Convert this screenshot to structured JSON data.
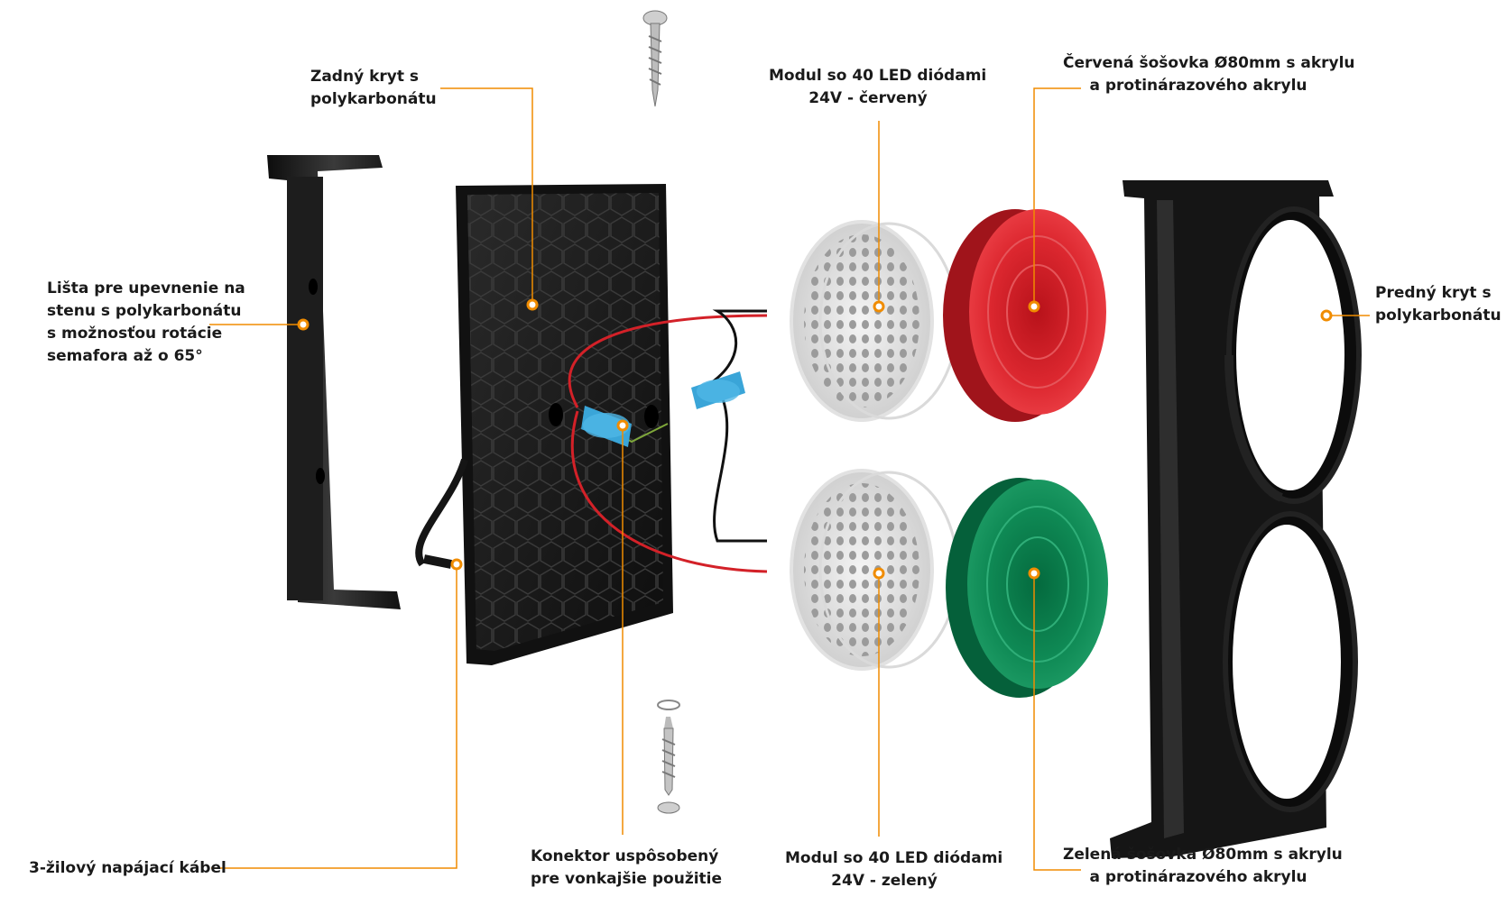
{
  "colors": {
    "accent": "#f08c00",
    "dark": "#151515",
    "red_lens": "#d8232a",
    "green_lens": "#0f8a55"
  },
  "labels": {
    "back_cover": [
      "Zadný kryt s",
      "polykarbonátu"
    ],
    "mount_bar": [
      "Lišta pre upevnenie na",
      "stenu s polykarbonátu",
      "s možnosťou rotácie",
      "semafora až o 65°"
    ],
    "cable": [
      "3-žilový napájací kábel"
    ],
    "connector": [
      "Konektor uspôsobený",
      "pre vonkajšie použitie"
    ],
    "led_red": [
      "Modul so 40 LED diódami",
      "24V - červený"
    ],
    "led_green": [
      "Modul so 40 LED diódami",
      "24V - zelený"
    ],
    "red_lens": [
      "Červená šošovka Ø80mm s akrylu",
      "a protinárazového akrylu"
    ],
    "green_lens": [
      "Zelená šošovka Ø80mm s akrylu",
      "a protinárazového akrylu"
    ],
    "front_cover": [
      "Predný kryt s",
      "polykarbonátu"
    ]
  }
}
